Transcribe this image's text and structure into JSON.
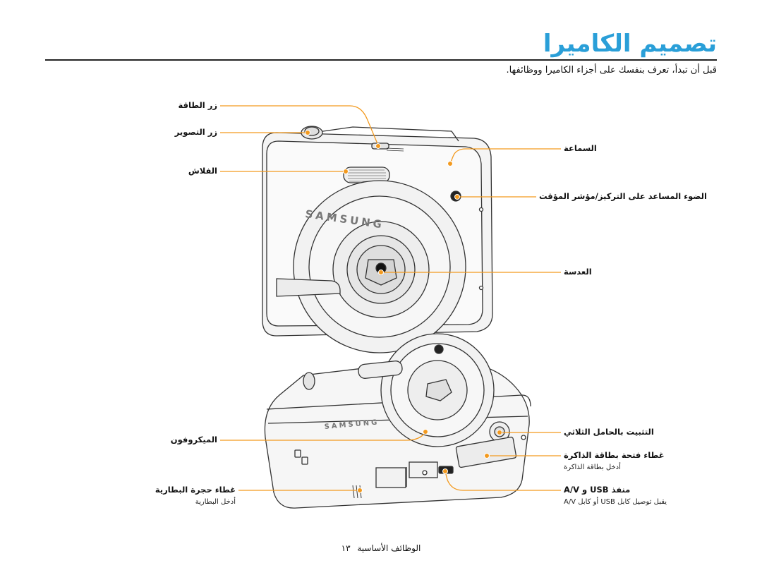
{
  "title": "تصميم الكاميرا",
  "intro": "قبل أن تبدأ، تعرف بنفسك على أجزاء الكاميرا ووظائفها.",
  "brand": "SAMSUNG",
  "brand_back": "SAMSUNG",
  "labels_front": {
    "power_button": "زر الطاقة",
    "shutter_button": "زر التصوير",
    "flash": "الفلاش",
    "speaker": "السماعة",
    "af_lamp": "الضوء المساعد على التركيز/مؤشر المؤقت",
    "lens": "العدسة"
  },
  "labels_back": {
    "microphone": "الميكروفون",
    "tripod_mount": "التثبيت بالحامل الثلاثي",
    "memory_cover": "غطاء فتحة بطاقة الذاكرة",
    "memory_hint": "أدخل بطاقة الذاكرة",
    "usb_port": "منفذ USB و A/V",
    "usb_hint": "يقبل توصيل كابل USB أو كابل A/V",
    "battery_cover": "غطاء حجرة البطارية",
    "battery_hint": "أدخل البطارية"
  },
  "footer": {
    "section": "الوظائف الأساسية",
    "page": "١٣"
  },
  "colors": {
    "accent": "#2a9fd8",
    "callout": "#f39a1f"
  }
}
